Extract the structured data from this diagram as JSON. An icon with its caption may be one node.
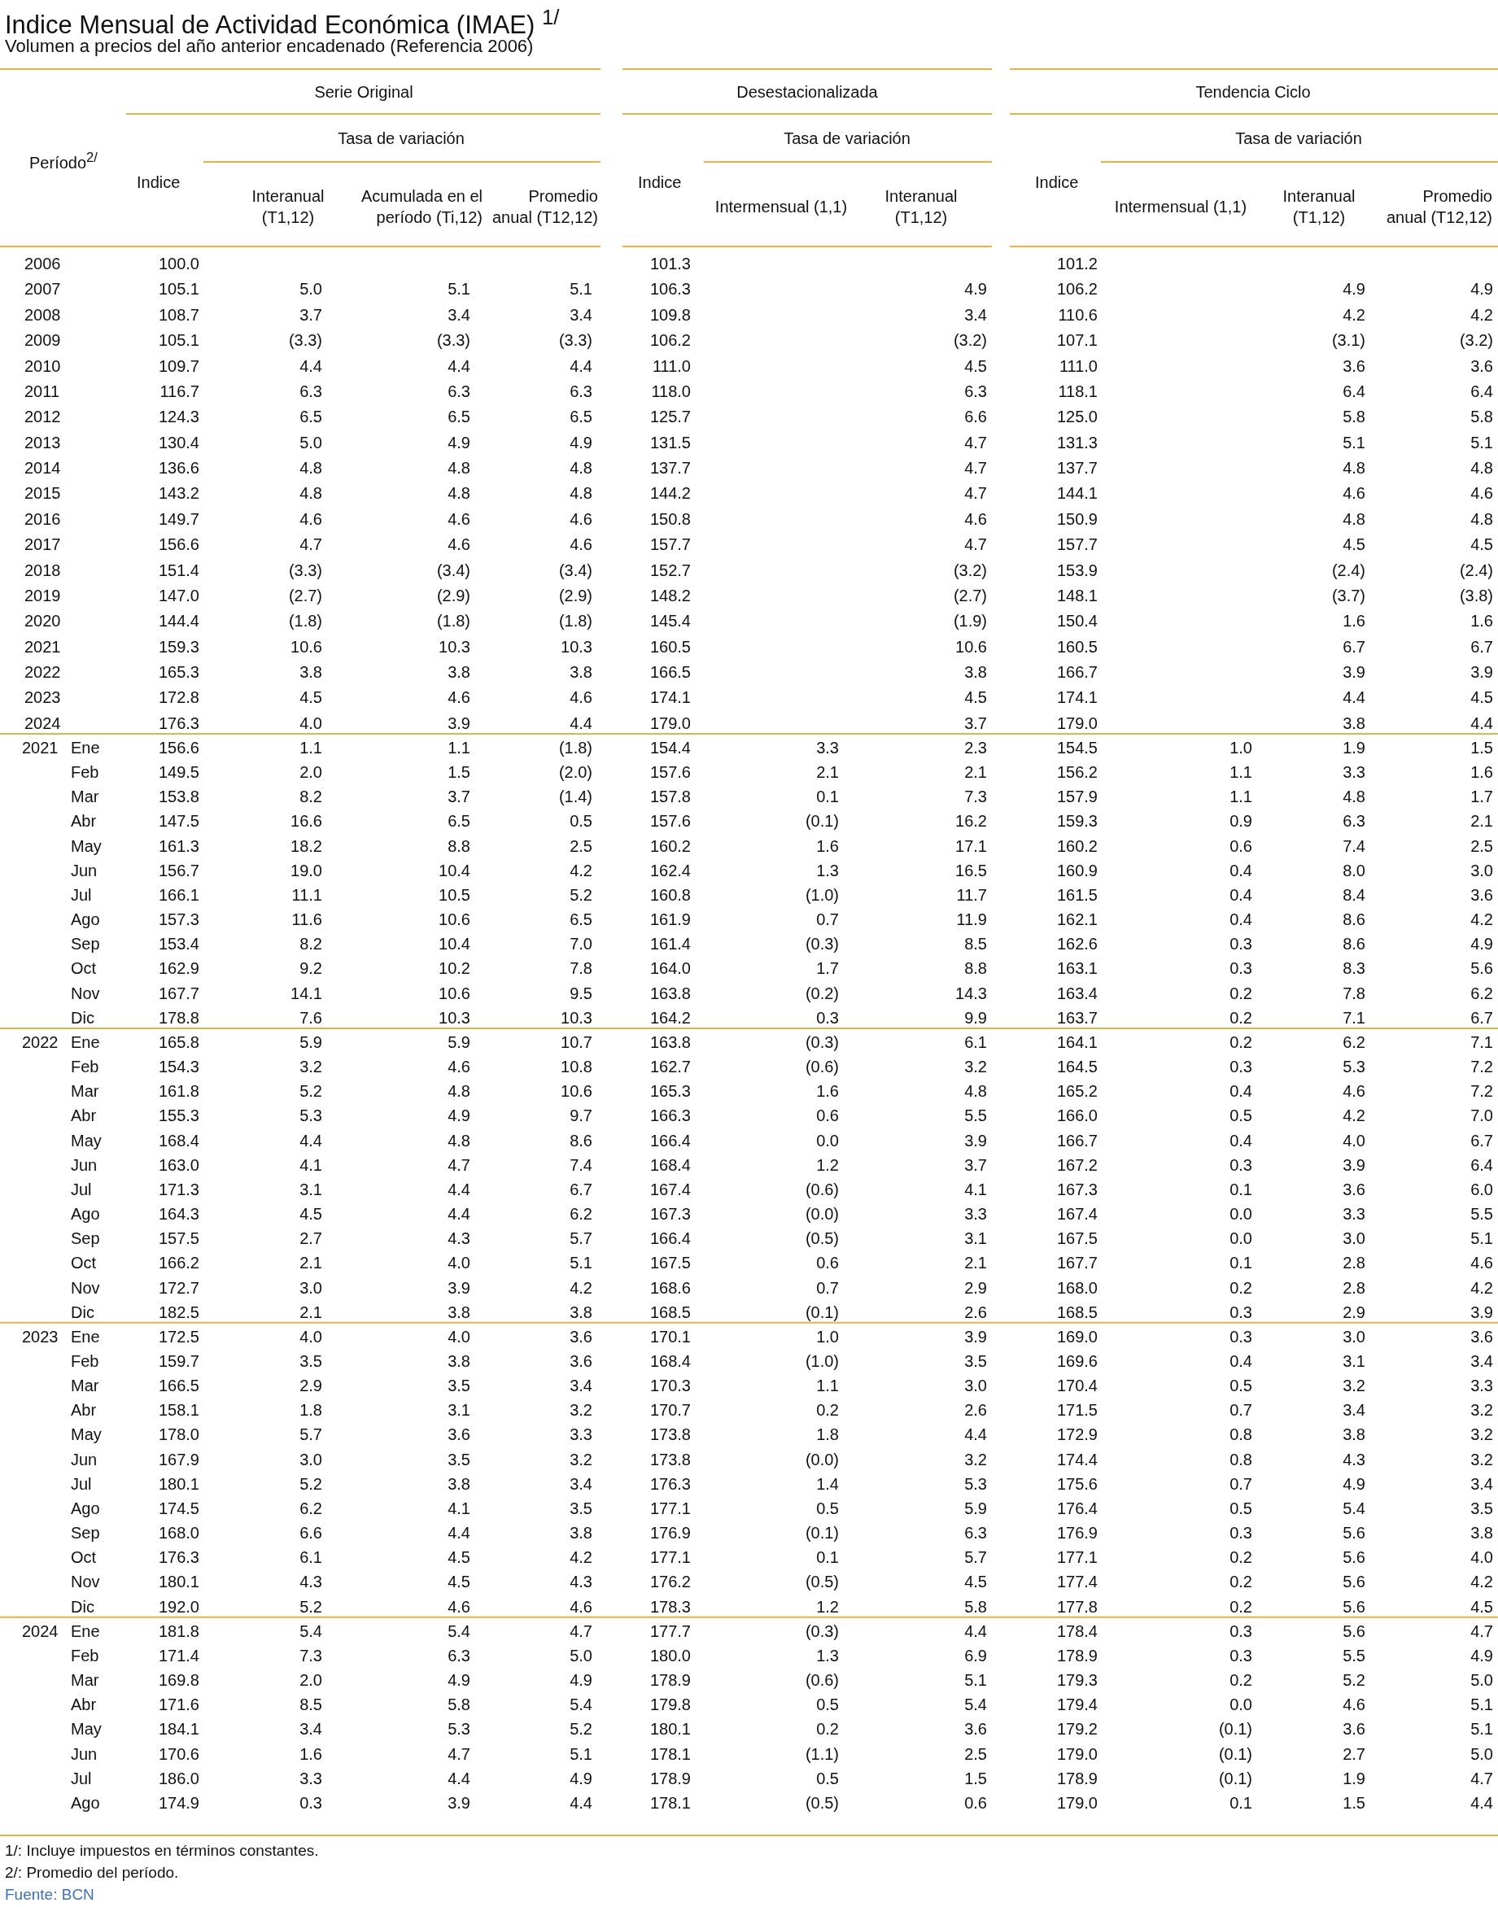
{
  "diagram": {
    "title": "Indice Mensual de Actividad Económica (IMAE) $^{1/}$",
    "labels": [
      "Volumen a precios del año anterior encadenado (Referencia 2006)",
      "Serie Original",
      "Desestacionalizada",
      "Tendencia Ciclo",
      "Período$^{2/}$",
      "Indice",
      "Tasa de variación",
      "Interanual (T1,12)",
      "Acumulada en el período (Ti,12)",
      "Promedio anual (T12,12)",
      "Indice",
      "Tasa de variación",
      "Intermensual (1,1)",
      "Interanual (T1,12)",
      "Indice",
      "Tasa de variación",
      "Intermensual (1,1)",
      "Interanual (T1,12)",
      "Promedio anual (T12,12)",
      "2006",
      "100.0",
      "101.3",
      "101.2",
      "2007",
      "105.1",
      "5.0",
      "5.1",
      "5.1",
      "106.3",
      "4.9",
      "106.2",
      "4.9",
      "4.9",
      "2008",
      "108.7",
      "3.7",
      "3.4",
      "3.4",
      "109.8",
      "3.4",
      "110.6",
      "4.2",
      "4.2",
      "2009",
      "105.1",
      "(3.3)",
      "(3.3)",
      "(3.3)",
      "106.2",
      "(3.2)",
      "107.1",
      "(3.1)",
      "(3.2)",
      "2010",
      "109.7",
      "4.4",
      "4.4",
      "4.4",
      "111.0",
      "4.5",
      "111.0",
      "3.6",
      "3.6",
      "2011",
      "116.7",
      "6.3",
      "6.3",
      "6.3",
      "118.0",
      "6.3",
      "118.1",
      "6.4",
      "6.4",
      "2012",
      "124.3",
      "6.5",
      "6.5",
      "6.5",
      "125.7",
      "6.6",
      "125.0",
      "5.8",
      "5.8",
      "2013",
      "130.4",
      "5.0",
      "4.9",
      "4.9",
      "131.5",
      "4.7",
      "131.3",
      "5.1",
      "5.1",
      "2014",
      "136.6",
      "4.8",
      "4.8",
      "4.8",
      "137.7",
      "4.7",
      "137.7",
      "4.8",
      "4.8",
      "2015",
      "143.2",
      "4.8",
      "4.8",
      "4.8",
      "144.2",
      "4.7",
      "144.1",
      "4.6",
      "4.6",
      "2016",
      "149.7",
      "4.6",
      "4.6",
      "4.6",
      "150.8",
      "4.6",
      "150.9",
      "4.8",
      "4.8",
      "2017",
      "156.6",
      "4.7",
      "4.6",
      "4.6",
      "157.7",
      "4.7",
      "157.7",
      "4.5",
      "4.5",
      "2018",
      "151.4",
      "(3.3)",
      "(3.4)",
      "(3.4)",
      "152.7",
      "(3.2)",
      "153.9",
      "(2.4)",
      "(2.4)",
      "2019",
      "147.0",
      "(2.7)",
      "(2.9)",
      "(2.9)",
      "148.2",
      "(2.7)",
      "148.1",
      "(3.7)",
      "(3.8)",
      "2020",
      "144.4",
      "(1.8)",
      "(1.8)",
      "(1.8)",
      "145.4",
      "(1.9)",
      "150.4",
      "1.6",
      "1.6",
      "2021",
      "159.3",
      "10.6",
      "10.3",
      "10.3",
      "160.5",
      "10.6",
      "160.5",
      "6.7",
      "6.7",
      "2022",
      "165.3",
      "3.8",
      "3.8",
      "3.8",
      "166.5",
      "3.8",
      "166.7",
      "3.9",
      "3.9",
      "2023",
      "172.8",
      "4.5",
      "4.6",
      "4.6",
      "174.1",
      "4.5",
      "174.1",
      "4.4",
      "4.5",
      "2024",
      "176.3",
      "4.0",
      "3.9",
      "4.4",
      "179.0",
      "3.7",
      "179.0",
      "3.8",
      "4.4",
      "2021",
      "Ene",
      "156.6",
      "1.1",
      "1.1",
      "(1.8)",
      "154.4",
      "3.3",
      "2.3",
      "154.5",
      "1.0",
      "1.9",
      "1.5",
      "Feb",
      "149.5",
      "2.0",
      "1.5",
      "(2.0)",
      "157.6",
      "2.1",
      "2.1",
      "156.2",
      "1.1",
      "3.3",
      "1.6",
      "Mar",
      "153.8",
      "8.2",
      "3.7",
      "(1.4)",
      "157.8",
      "0.1",
      "7.3",
      "157.9",
      "1.1",
      "4.8",
      "1.7",
      "Abr",
      "147.5",
      "16.6",
      "6.5",
      "0.5",
      "157.6",
      "(0.1)",
      "16.2",
      "159.3",
      "0.9",
      "6.3",
      "2.1",
      "May",
      "161.3",
      "18.2",
      "8.8",
      "2.5",
      "160.2",
      "1.6",
      "17.1",
      "160.2",
      "0.6",
      "7.4",
      "2.5",
      "Jun",
      "156.7",
      "19.0",
      "10.4",
      "4.2",
      "162.4",
      "1.3",
      "16.5",
      "160.9",
      "0.4",
      "8.0",
      "3.0",
      "Jul",
      "166.1",
      "11.1",
      "10.5",
      "5.2",
      "160.8",
      "(1.0)",
      "11.7",
      "161.5",
      "0.4",
      "8.4",
      "3.6",
      "Ago",
      "157.3",
      "11.6",
      "10.6",
      "6.5",
      "161.9",
      "0.7",
      "11.9",
      "162.1",
      "0.4",
      "8.6",
      "4.2",
      "Sep",
      "153.4",
      "8.2",
      "10.4",
      "7.0",
      "161.4",
      "(0.3)",
      "8.5",
      "162.6",
      "0.3",
      "8.6",
      "4.9",
      "Oct",
      "162.9",
      "9.2",
      "10.2",
      "7.8",
      "164.0",
      "1.7",
      "8.8",
      "163.1",
      "0.3",
      "8.3",
      "5.6",
      "Nov",
      "167.7",
      "14.1",
      "10.6",
      "9.5",
      "163.8",
      "(0.2)",
      "14.3",
      "163.4",
      "0.2",
      "7.8",
      "6.2",
      "Dic",
      "178.8",
      "7.6",
      "10.3",
      "10.3",
      "164.2",
      "0.3",
      "9.9",
      "163.7",
      "0.2",
      "7.1",
      "6.7",
      "2022",
      "Ene",
      "165.8",
      "5.9",
      "5.9",
      "10.7",
      "163.8",
      "(0.3)",
      "6.1",
      "164.1",
      "0.2",
      "6.2",
      "7.1",
      "Feb",
      "154.3",
      "3.2",
      "4.6",
      "10.8",
      "162.7",
      "(0.6)",
      "3.2",
      "164.5",
      "0.3",
      "5.3",
      "7.2",
      "Mar",
      "161.8",
      "5.2",
      "4.8",
      "10.6",
      "165.3",
      "1.6",
      "4.8",
      "165.2",
      "0.4",
      "4.6",
      "7.2",
      "Abr",
      "155.3",
      "5.3",
      "4.9",
      "9.7",
      "166.3",
      "0.6",
      "5.5",
      "166.0",
      "0.5",
      "4.2",
      "7.0",
      "May",
      "168.4",
      "4.4",
      "4.8",
      "8.6",
      "166.4",
      "0.0",
      "3.9",
      "166.7",
      "0.4",
      "4.0",
      "6.7",
      "Jun",
      "163.0",
      "4.1",
      "4.7",
      "7.4",
      "168.4",
      "1.2",
      "3.7",
      "167.2",
      "0.3",
      "3.9",
      "6.4",
      "Jul",
      "171.3",
      "3.1",
      "4.4",
      "6.7",
      "167.4",
      "(0.6)",
      "4.1",
      "167.3",
      "0.1",
      "3.6",
      "6.0",
      "Ago",
      "164.3",
      "4.5",
      "4.4",
      "6.2",
      "167.3",
      "(0.0)",
      "3.3",
      "167.4",
      "0.0",
      "3.3",
      "5.5",
      "Sep",
      "157.5",
      "2.7",
      "4.3",
      "5.7",
      "166.4",
      "(0.5)",
      "3.1",
      "167.5",
      "0.0",
      "3.0",
      "5.1",
      "Oct",
      "166.2",
      "2.1",
      "4.0",
      "5.1",
      "167.5",
      "0.6",
      "2.1",
      "167.7",
      "0.1",
      "2.8",
      "4.6",
      "Nov",
      "172.7",
      "3.0",
      "3.9",
      "4.2",
      "168.6",
      "0.7",
      "2.9",
      "168.0",
      "0.2",
      "2.8",
      "4.2",
      "Dic",
      "182.5",
      "2.1",
      "3.8",
      "3.8",
      "168.5",
      "(0.1)",
      "2.6",
      "168.5",
      "0.3",
      "2.9",
      "3.9",
      "2023",
      "Ene",
      "172.5",
      "4.0",
      "4.0",
      "3.6",
      "170.1",
      "1.0",
      "3.9",
      "169.0",
      "0.3",
      "3.0",
      "3.6",
      "Feb",
      "159.7",
      "3.5",
      "3.8",
      "3.6",
      "168.4",
      "(1.0)",
      "3.5",
      "169.6",
      "0.4",
      "3.1",
      "3.4",
      "Mar",
      "166.5",
      "2.9",
      "3.5",
      "3.4",
      "170.3",
      "1.1",
      "3.0",
      "170.4",
      "0.5",
      "3.2",
      "3.3",
      "Abr",
      "158.1",
      "1.8",
      "3.1",
      "3.2",
      "170.7",
      "0.2",
      "2.6",
      "171.5",
      "0.7",
      "3.4",
      "3.2",
      "May",
      "178.0",
      "5.7",
      "3.6",
      "3.3",
      "173.8",
      "1.8",
      "4.4",
      "172.9",
      "0.8",
      "3.8",
      "3.2",
      "Jun",
      "167.9",
      "3.0",
      "3.5",
      "3.2",
      "173.8",
      "(0.0)",
      "3.2",
      "174.4",
      "0.8",
      "4.3",
      "3.2",
      "Jul",
      "180.1",
      "5.2",
      "3.8",
      "3.4",
      "176.3",
      "1.4",
      "5.3",
      "175.6",
      "0.7",
      "4.9",
      "3.4",
      "Ago",
      "174.5",
      "6.2",
      "4.1",
      "3.5",
      "177.1",
      "0.5",
      "5.9",
      "176.4",
      "0.5",
      "5.4",
      "3.5",
      "Sep",
      "168.0",
      "6.6",
      "4.4",
      "3.8",
      "176.9",
      "(0.1)",
      "6.3",
      "176.9",
      "0.3",
      "5.6",
      "3.8",
      "Oct",
      "176.3",
      "6.1",
      "4.5",
      "4.2",
      "177.1",
      "0.1",
      "5.7",
      "177.1",
      "0.2",
      "5.6",
      "4.0",
      "Nov",
      "180.1",
      "4.3",
      "4.5",
      "4.3",
      "176.2",
      "(0.5)",
      "4.5",
      "177.4",
      "0.2",
      "5.6",
      "4.2",
      "Dic",
      "192.0",
      "5.2",
      "4.6",
      "4.6",
      "178.3",
      "1.2",
      "5.8",
      "177.8",
      "0.2",
      "5.6",
      "4.5",
      "2024",
      "Ene",
      "181.8",
      "5.4",
      "5.4",
      "4.7",
      "177.7",
      "(0.3)",
      "4.4",
      "178.4",
      "0.3",
      "5.6",
      "4.7",
      "Feb",
      "171.4",
      "7.3",
      "6.3",
      "5.0",
      "180.0",
      "1.3",
      "6.9",
      "178.9",
      "0.3",
      "5.5",
      "4.9",
      "Mar",
      "169.8",
      "2.0",
      "4.9",
      "4.9",
      "178.9",
      "(0.6)",
      "5.1",
      "179.3",
      "0.2",
      "5.2",
      "5.0",
      "Abr",
      "171.6",
      "8.5",
      "5.8",
      "5.4",
      "179.8",
      "0.5",
      "5.4",
      "179.4",
      "0.0",
      "4.6",
      "5.1",
      "May",
      "184.1",
      "3.4",
      "5.3",
      "5.2",
      "180.1",
      "0.2",
      "3.6",
      "179.2",
      "(0.1)",
      "3.6",
      "5.1",
      "Jun",
      "170.6",
      "1.6",
      "4.7",
      "5.1",
      "178.1",
      "(1.1)",
      "2.5",
      "179.0",
      "(0.1)",
      "2.7",
      "5.0",
      "Jul",
      "186.0",
      "3.3",
      "4.4",
      "4.9",
      "178.9",
      "0.5",
      "1.5",
      "178.9",
      "(0.1)",
      "1.9",
      "4.7",
      "Ago",
      "174.9",
      "0.3",
      "3.9",
      "4.4",
      "178.1",
      "(0.5)",
      "0.6",
      "179.0",
      "0.1",
      "1.5",
      "4.4",
      "1/: Incluye impuestos en términos constantes.",
      "2/: Promedio del período.",
      "Fuente: BCN"
    ]
  }
}
